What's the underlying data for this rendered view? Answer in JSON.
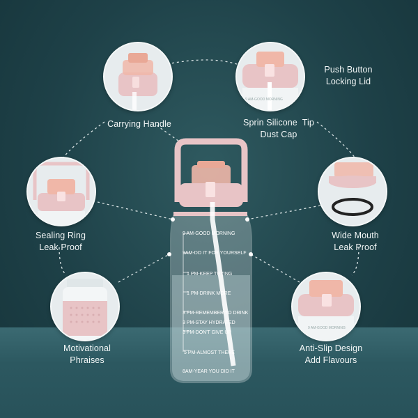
{
  "labels": {
    "carrying_handle": "Carrying Handle",
    "push_button_line1": "Push Button",
    "push_button_line2": "Locking Lid",
    "silicone_line1": "Sprin Silicone  Tip",
    "silicone_line2": "Dust Cap",
    "sealing_line1": "Sealing Ring",
    "sealing_line2": "Leak Proof",
    "wide_mouth_line1": "Wide Mouth",
    "wide_mouth_line2": "Leak Proof",
    "motivational_line1": "Motivational",
    "motivational_line2": "Phraises",
    "antislip_line1": "Anti-Slip Design",
    "antislip_line2": "Add Flavours"
  },
  "bottle_markings": [
    "9 AM-GOOD MORNING",
    "9AM-DO IT FOR YOURSELF",
    "1 PM-KEEP TRYING",
    "1 PM-DRINK MORE",
    "3 PM-REMEMBER TO DRINK",
    "3 PM-STAY HYDRATED",
    "3 PM-DON'T GIVE UP",
    "5 PM-ALMOST THERE",
    "8AM-YEAR YOU DID IT"
  ],
  "colors": {
    "background": "#1e4148",
    "lid_pink": "#e8c4c6",
    "cap_pink": "#f0b7a8",
    "label_text": "#f2f6f6"
  }
}
